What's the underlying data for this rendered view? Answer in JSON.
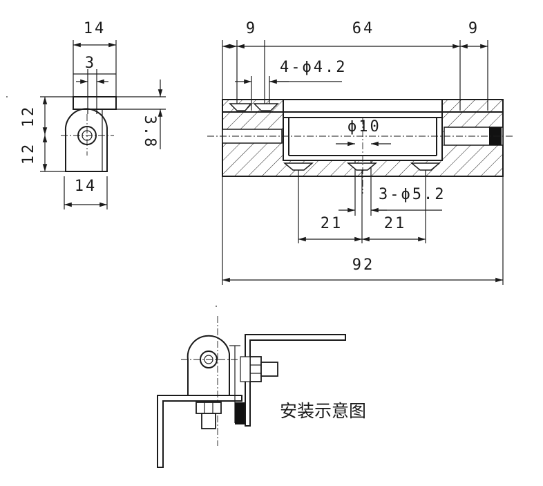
{
  "side_view": {
    "width_top": "14",
    "slot_width": "3",
    "height_upper": "12",
    "height_lower": "12",
    "offset": "3.8",
    "width_bottom": "14"
  },
  "front_view": {
    "left_margin": "9",
    "center_span": "64",
    "right_margin": "9",
    "top_holes": "4-ϕ4.2",
    "center_bore": "ϕ10",
    "bottom_holes": "3-ϕ5.2",
    "pitch_left": "21",
    "pitch_right": "21",
    "overall_length": "92"
  },
  "install_diagram": {
    "caption": "安装示意图"
  }
}
